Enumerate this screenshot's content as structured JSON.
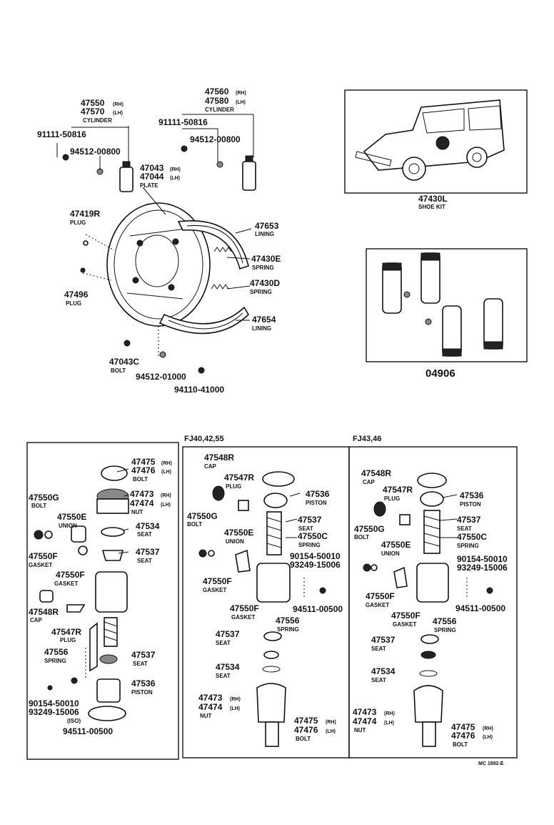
{
  "callouts": [
    {
      "part": "47550",
      "suffix": "(RH)"
    },
    {
      "part": "47570",
      "suffix": "(LH)"
    },
    {
      "name": "CYLINDER"
    },
    {
      "part": "91111-50816"
    },
    {
      "part": "94512-00800"
    },
    {
      "part": "47560",
      "suffix": "(RH)"
    },
    {
      "part": "47580",
      "suffix": "(LH)"
    },
    {
      "name": "CYLINDER"
    },
    {
      "part": "91111-50816"
    },
    {
      "part": "94512-00800"
    },
    {
      "part": "47043",
      "suffix": "(RH)"
    },
    {
      "part": "47044",
      "suffix": "(LH)"
    },
    {
      "name": "PLATE"
    },
    {
      "part": "47419R"
    },
    {
      "name": "PLUG"
    },
    {
      "part": "47496"
    },
    {
      "name": "PLUG"
    },
    {
      "part": "47653"
    },
    {
      "name": "LINING"
    },
    {
      "part": "47430E"
    },
    {
      "name": "SPRING"
    },
    {
      "part": "47430D"
    },
    {
      "name": "SPRING"
    },
    {
      "part": "47654"
    },
    {
      "name": "LINING"
    },
    {
      "part": "47043C"
    },
    {
      "name": "BOLT"
    },
    {
      "part": "94512-01000"
    },
    {
      "part": "94110-41000"
    },
    {
      "part": "47430L"
    },
    {
      "name": "SHOE KIT"
    },
    {
      "part": "04906"
    },
    {
      "part": "47475",
      "suffix": "(RH)"
    },
    {
      "part": "47476",
      "suffix": "(LH)"
    },
    {
      "name": "BOLT"
    },
    {
      "part": "47473",
      "suffix": "(RH)"
    },
    {
      "part": "47474",
      "suffix": "(LH)"
    },
    {
      "name": "NUT"
    },
    {
      "part": "47550G"
    },
    {
      "name": "BOLT"
    },
    {
      "part": "47550E"
    },
    {
      "name": "UNION"
    },
    {
      "part": "47534"
    },
    {
      "name": "SEAT"
    },
    {
      "part": "47537"
    },
    {
      "name": "SEAT"
    },
    {
      "part": "47550F"
    },
    {
      "name": "GASKET"
    },
    {
      "part": "47550F"
    },
    {
      "name": "GASKET"
    },
    {
      "part": "47548R"
    },
    {
      "name": "CAP"
    },
    {
      "part": "47547R"
    },
    {
      "name": "PLUG"
    },
    {
      "part": "47556"
    },
    {
      "name": "SPRING"
    },
    {
      "part": "47537"
    },
    {
      "name": "SEAT"
    },
    {
      "part": "47536"
    },
    {
      "name": "PISTON"
    },
    {
      "part": "90154-50010"
    },
    {
      "part": "93249-15006"
    },
    {
      "name": "(ISO)"
    },
    {
      "part": "94511-00500"
    },
    {
      "part": "47548R"
    },
    {
      "name": "CAP"
    },
    {
      "part": "47547R"
    },
    {
      "name": "PLUG"
    },
    {
      "part": "47536"
    },
    {
      "name": "PISTON"
    },
    {
      "part": "47550G"
    },
    {
      "name": "BOLT"
    },
    {
      "part": "47537"
    },
    {
      "name": "SEAT"
    },
    {
      "part": "47550E"
    },
    {
      "name": "UNION"
    },
    {
      "part": "47550C"
    },
    {
      "name": "SPRING"
    },
    {
      "part": "90154-50010"
    },
    {
      "part": "93249-15006"
    },
    {
      "part": "47550F"
    },
    {
      "name": "GASKET"
    },
    {
      "part": "47550F"
    },
    {
      "name": "GASKET"
    },
    {
      "part": "94511-00500"
    },
    {
      "part": "47556"
    },
    {
      "name": "SPRING"
    },
    {
      "part": "47537"
    },
    {
      "name": "SEAT"
    },
    {
      "part": "47534"
    },
    {
      "name": "SEAT"
    },
    {
      "part": "47473",
      "suffix": "(RH)"
    },
    {
      "part": "47474",
      "suffix": "(LH)"
    },
    {
      "name": "NUT"
    },
    {
      "part": "47475",
      "suffix": "(RH)"
    },
    {
      "part": "47476",
      "suffix": "(LH)"
    },
    {
      "name": "BOLT"
    },
    {
      "part": "47548R"
    },
    {
      "name": "CAP"
    },
    {
      "part": "47547R"
    },
    {
      "name": "PLUG"
    },
    {
      "part": "47536"
    },
    {
      "name": "PISTON"
    },
    {
      "part": "47550G"
    },
    {
      "name": "BOLT"
    },
    {
      "part": "47537"
    },
    {
      "name": "SEAT"
    },
    {
      "part": "47550E"
    },
    {
      "name": "UNION"
    },
    {
      "part": "47550C"
    },
    {
      "name": "SPRING"
    },
    {
      "part": "90154-50010"
    },
    {
      "part": "93249-15006"
    },
    {
      "part": "47550F"
    },
    {
      "name": "GASKET"
    },
    {
      "part": "94511-00500"
    },
    {
      "part": "47550F"
    },
    {
      "name": "GASKET"
    },
    {
      "part": "47556"
    },
    {
      "name": "SPRING"
    },
    {
      "part": "47537"
    },
    {
      "name": "SEAT"
    },
    {
      "part": "47534"
    },
    {
      "name": "SEAT"
    },
    {
      "part": "47473",
      "suffix": "(RH)"
    },
    {
      "part": "47474",
      "suffix": "(LH)"
    },
    {
      "name": "NUT"
    },
    {
      "part": "47475",
      "suffix": "(RH)"
    },
    {
      "part": "47476",
      "suffix": "(LH)"
    },
    {
      "name": "BOLT"
    }
  ],
  "section_headers": [
    "FJ40,42,55",
    "FJ43,46"
  ],
  "footer_code": "MC 1892-E"
}
